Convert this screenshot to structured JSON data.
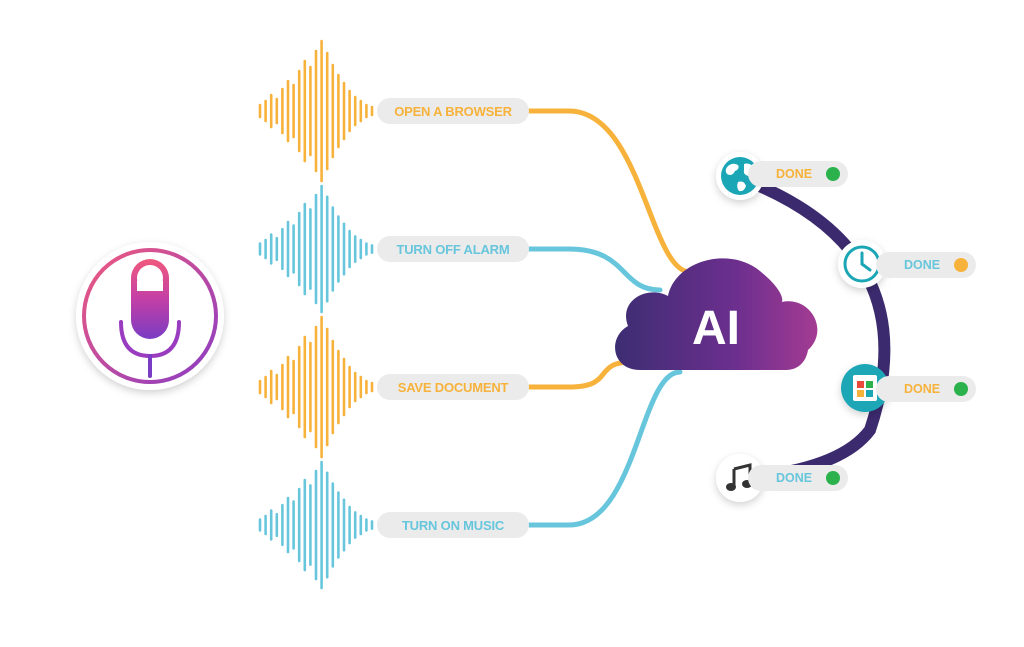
{
  "colors": {
    "orange": "#f7b23b",
    "blue": "#67c6dc",
    "purple_dark": "#3c2a6e",
    "purple_mid": "#7a2f8f",
    "magenta": "#d6409f",
    "green": "#2bb24c",
    "teal": "#1ba6b6",
    "pill_bg": "#ebebeb"
  },
  "hub": {
    "label": "AI"
  },
  "commands": [
    {
      "label": "OPEN A BROWSER",
      "color": "orange"
    },
    {
      "label": "TURN OFF  ALARM",
      "color": "blue"
    },
    {
      "label": "SAVE DOCUMENT",
      "color": "orange"
    },
    {
      "label": "TURN ON MUSIC",
      "color": "blue"
    }
  ],
  "results": [
    {
      "icon": "globe-icon",
      "label": "DONE",
      "label_color": "orange",
      "dot_color": "green"
    },
    {
      "icon": "clock-icon",
      "label": "DONE",
      "label_color": "blue",
      "dot_color": "orange"
    },
    {
      "icon": "document-icon",
      "label": "DONE",
      "label_color": "orange",
      "dot_color": "green"
    },
    {
      "icon": "music-note-icon",
      "label": "DONE",
      "label_color": "blue",
      "dot_color": "green"
    }
  ]
}
